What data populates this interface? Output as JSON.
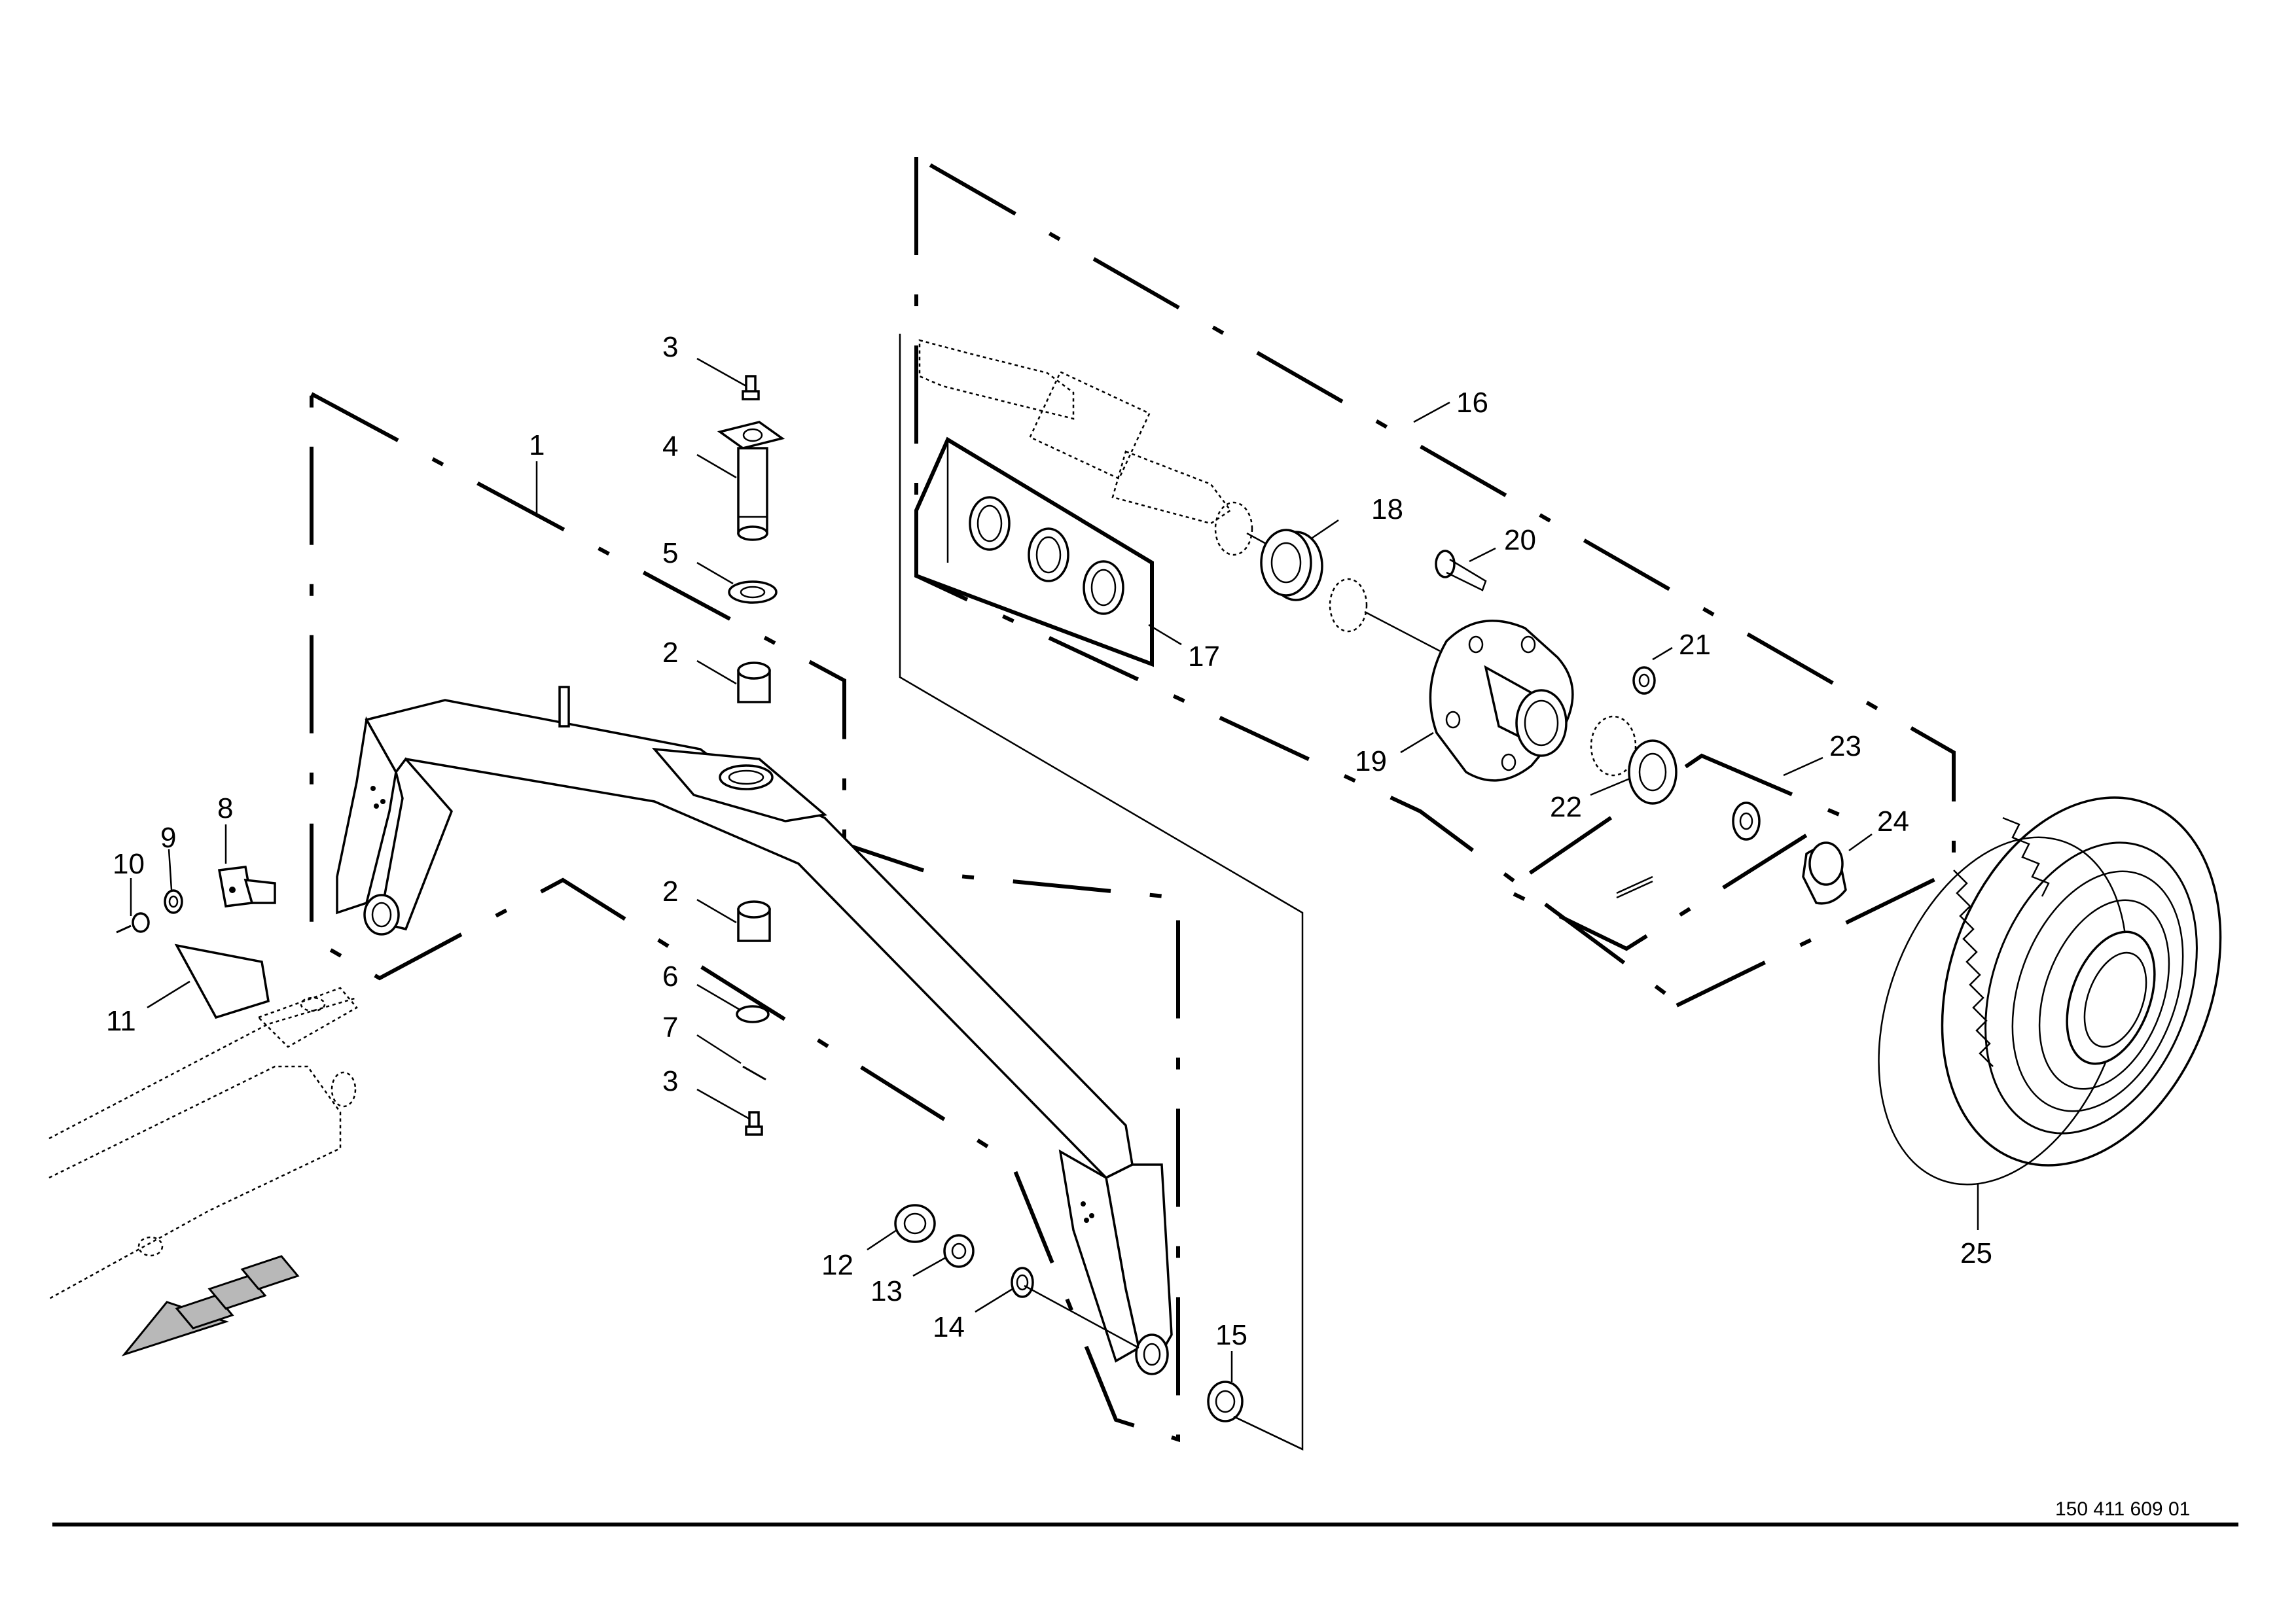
{
  "document_number": "150 411 609 01",
  "callouts": [
    {
      "id": "c1",
      "label": "1"
    },
    {
      "id": "c2a",
      "label": "2"
    },
    {
      "id": "c2b",
      "label": "2"
    },
    {
      "id": "c3a",
      "label": "3"
    },
    {
      "id": "c3b",
      "label": "3"
    },
    {
      "id": "c4",
      "label": "4"
    },
    {
      "id": "c5",
      "label": "5"
    },
    {
      "id": "c6",
      "label": "6"
    },
    {
      "id": "c7",
      "label": "7"
    },
    {
      "id": "c8",
      "label": "8"
    },
    {
      "id": "c9",
      "label": "9"
    },
    {
      "id": "c10",
      "label": "10"
    },
    {
      "id": "c11",
      "label": "11"
    },
    {
      "id": "c12",
      "label": "12"
    },
    {
      "id": "c13",
      "label": "13"
    },
    {
      "id": "c14",
      "label": "14"
    },
    {
      "id": "c15",
      "label": "15"
    },
    {
      "id": "c16",
      "label": "16"
    },
    {
      "id": "c17",
      "label": "17"
    },
    {
      "id": "c18",
      "label": "18"
    },
    {
      "id": "c19",
      "label": "19"
    },
    {
      "id": "c20",
      "label": "20"
    },
    {
      "id": "c21",
      "label": "21"
    },
    {
      "id": "c22",
      "label": "22"
    },
    {
      "id": "c23",
      "label": "23"
    },
    {
      "id": "c24",
      "label": "24"
    },
    {
      "id": "c25",
      "label": "25"
    }
  ]
}
